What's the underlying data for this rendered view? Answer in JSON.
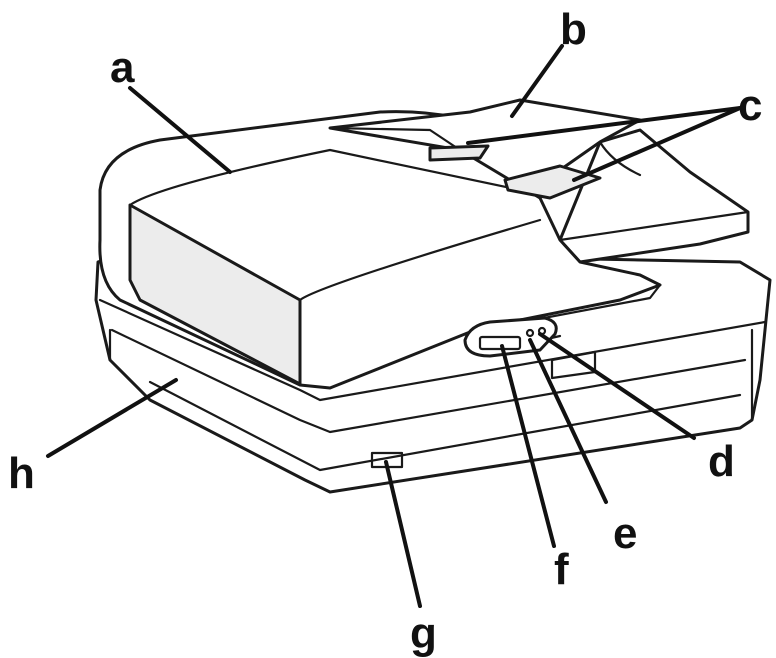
{
  "callouts": {
    "a": "a",
    "b": "b",
    "c": "c",
    "d": "d",
    "e": "e",
    "f": "f",
    "g": "g",
    "h": "h"
  },
  "colors": {
    "line": "#1a1a1a",
    "body": "#ffffff",
    "shade": "#ececec"
  }
}
